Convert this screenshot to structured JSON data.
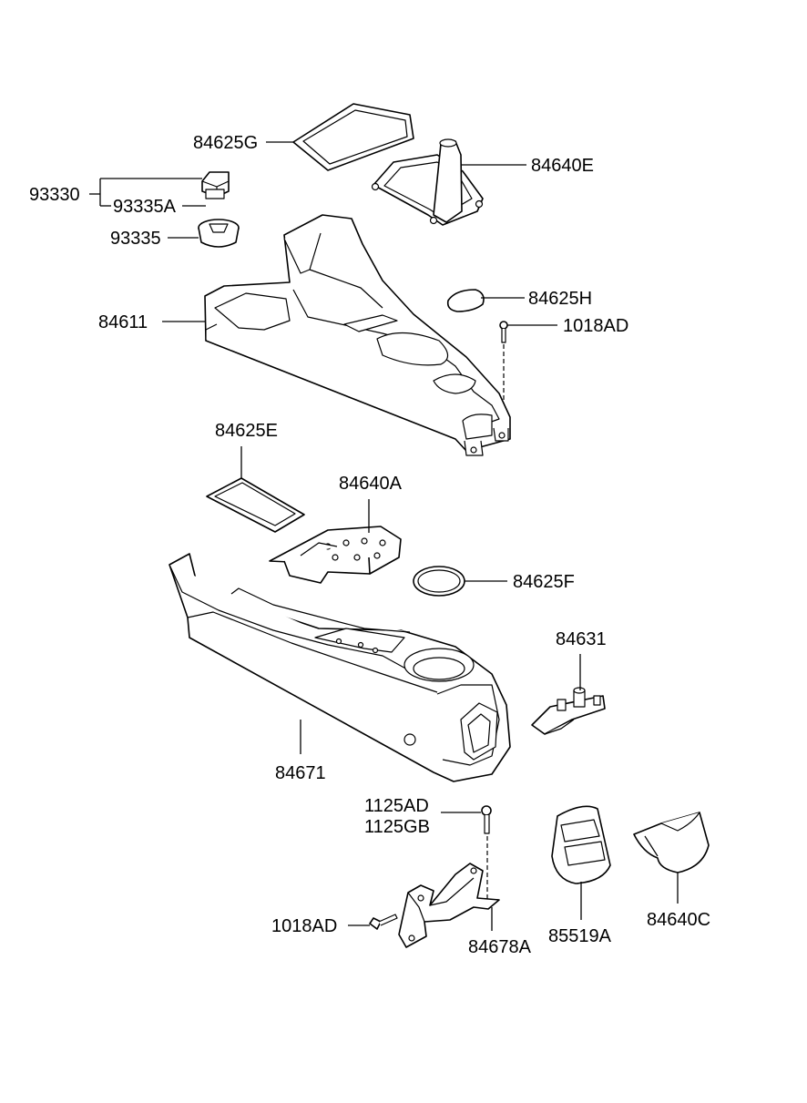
{
  "diagram": {
    "labels": {
      "part_84625G": "84625G",
      "part_84640E": "84640E",
      "part_93330": "93330",
      "part_93335A": "93335A",
      "part_93335": "93335",
      "part_84625H": "84625H",
      "part_84611": "84611",
      "part_1018AD_top": "1018AD",
      "part_84625E": "84625E",
      "part_84640A": "84640A",
      "part_84625F": "84625F",
      "part_84631": "84631",
      "part_84671": "84671",
      "part_1125AD": "1125AD",
      "part_1125GB": "1125GB",
      "part_1018AD_bottom": "1018AD",
      "part_84678A": "84678A",
      "part_85519A": "85519A",
      "part_84640C": "84640C"
    }
  }
}
